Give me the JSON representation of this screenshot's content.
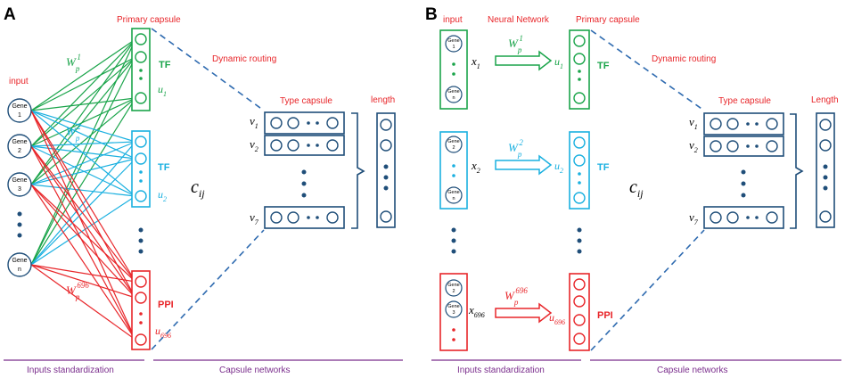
{
  "panels": {
    "a": {
      "letter": "A",
      "input_label": "input",
      "primary_capsule_label": "Primary capsule",
      "dynamic_routing_label": "Dynamic routing",
      "type_capsule_label": "Type capsule",
      "length_label": "length",
      "genes": [
        {
          "line1": "Gene",
          "line2": "1"
        },
        {
          "line1": "Gene",
          "line2": "2"
        },
        {
          "line1": "Gene",
          "line2": "3"
        },
        {
          "line1": "Gene",
          "line2": "n"
        }
      ],
      "groups": [
        {
          "tag": "TF",
          "weight": "W",
          "weight_sub": "p",
          "weight_sup": "1",
          "u": "u",
          "u_sub": "1",
          "color": "#1aa44a"
        },
        {
          "tag": "TF",
          "weight": "W",
          "weight_sub": "p",
          "weight_sup": "2",
          "u": "u",
          "u_sub": "2",
          "color": "#1ab0e0"
        },
        {
          "tag": "PPI",
          "weight": "W",
          "weight_sub": "p",
          "weight_sup": "696",
          "u": "u",
          "u_sub": "696",
          "color": "#e8262a"
        }
      ],
      "c_label": {
        "main": "c",
        "sub": "ij"
      },
      "type_rows": [
        {
          "main": "v",
          "sub": "1"
        },
        {
          "main": "v",
          "sub": "2"
        },
        {
          "main": "v",
          "sub": "7"
        }
      ],
      "footer_left": "Inputs standardization",
      "footer_right": "Capsule networks"
    },
    "b": {
      "letter": "B",
      "input_label": "input",
      "nn_label": "Neural Network",
      "primary_capsule_label": "Primary capsule",
      "dynamic_routing_label": "Dynamic routing",
      "type_capsule_label": "Type capsule",
      "length_label": "Length",
      "input_groups": [
        {
          "genes": [
            {
              "line1": "Gene",
              "line2": "1"
            },
            {
              "line1": "Gene",
              "line2": "n"
            }
          ],
          "x": "x",
          "x_sub": "1"
        },
        {
          "genes": [
            {
              "line1": "Gene",
              "line2": "2"
            },
            {
              "line1": "Gene",
              "line2": "n"
            }
          ],
          "x": "x",
          "x_sub": "2"
        },
        {
          "genes": [
            {
              "line1": "Gene",
              "line2": "2"
            },
            {
              "line1": "Gene",
              "line2": "3"
            }
          ],
          "x": "x",
          "x_sub": "696"
        }
      ],
      "groups": [
        {
          "tag": "TF",
          "weight": "W",
          "weight_sub": "p",
          "weight_sup": "1",
          "u": "u",
          "u_sub": "1",
          "color": "#1aa44a"
        },
        {
          "tag": "TF",
          "weight": "W",
          "weight_sub": "p",
          "weight_sup": "2",
          "u": "u",
          "u_sub": "2",
          "color": "#1ab0e0"
        },
        {
          "tag": "PPI",
          "weight": "W",
          "weight_sub": "p",
          "weight_sup": "696",
          "u": "u",
          "u_sub": "696",
          "color": "#e8262a"
        }
      ],
      "c_label": {
        "main": "c",
        "sub": "ij"
      },
      "type_rows": [
        {
          "main": "v",
          "sub": "1"
        },
        {
          "main": "v",
          "sub": "2"
        },
        {
          "main": "v",
          "sub": "7"
        }
      ],
      "footer_left": "Inputs standardization",
      "footer_right": "Capsule networks"
    }
  },
  "colors": {
    "navy": "#1f4e79",
    "label_red": "#e8262a",
    "footer": "#7a2d8c",
    "green": "#1aa44a",
    "cyan": "#1ab0e0",
    "red": "#e8262a",
    "dash": "#2f6bb0"
  }
}
